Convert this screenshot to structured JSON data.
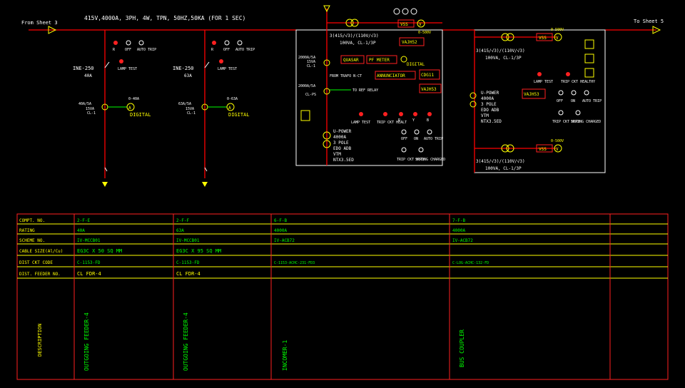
{
  "header": {
    "from_sheet": "From Sheet 3",
    "to_sheet": "To Sheet 5",
    "supply": "415V,4000A, 3PH, 4W, TPN, 50HZ,50KA (FOR 1 SEC)"
  },
  "feeder1": {
    "breaker": "INE-250",
    "rating": "40A",
    "ct": "40A/5A",
    "ct2": "15VA",
    "ct3": "CL-1",
    "meter": "0-40A",
    "digital": "DIGITAL",
    "lamp": "LAMP TEST"
  },
  "feeder2": {
    "breaker": "INE-250",
    "rating": "63A",
    "ct": "63A/5A",
    "ct2": "15VA",
    "ct3": "CL-1",
    "meter": "0-63A",
    "digital": "DIGITAL",
    "lamp": "LAMP TEST"
  },
  "lamps": [
    "R",
    "OFF",
    "AUTO TRIP"
  ],
  "incomer": {
    "pt_ratio": "3(415/√3)/(110V/√3)",
    "pt_class": "100VA, CL-1/3P",
    "vss": "VSS",
    "voltmeter": "0-500V",
    "vaj": "VAJH52",
    "quasar": "QUASAR",
    "pf_meter": "PF METER",
    "digital": "DIGITAL",
    "annunciator": "ANNUNCIATOR",
    "cdg": "CDG11",
    "vajh": "VAJH53",
    "ct_main": "2000A/5A",
    "ct_va": "15VA",
    "ct_cl": "CL-1",
    "ct_ref": "2000A/5A",
    "ct_ps": "CL-PS",
    "from_trafo": "FROM TRAFO N-CT",
    "to_ref": "TO REF RELAY",
    "breaker": "U-POWER",
    "breaker_rating": "4000A",
    "breaker_pole": "3 POLE",
    "breaker_type": "EDO ADB",
    "breaker_vtm": "VTM",
    "breaker_ntx": "NTX3.5ED",
    "lamp_test": "LAMP TEST",
    "trip_ckt": "TRIP CKT HEALT",
    "lamps": [
      "R",
      "Y",
      "B"
    ],
    "ind": [
      "OFF",
      "ON",
      "AUTO TRIP"
    ],
    "ind2": [
      "TRIP CKT HLTY",
      "SPRING CHARGED"
    ]
  },
  "right": {
    "pt_ratio": "3(415/√3)/(110V/√3)",
    "pt_class": "100VA, CL-1/3P",
    "vss": "VSS",
    "voltmeter": "0-500V",
    "breaker": "U-POWER",
    "breaker_rating": "4000A",
    "breaker_pole": "3 POLE",
    "breaker_type": "EDO ADB",
    "breaker_vtm": "VTM",
    "breaker_ntx": "NTX3.5ED",
    "vajh": "VAJH53",
    "lamp_test": "LAMP TEST",
    "trip_ckt": "TRIP CKT HEALTHY",
    "ind": [
      "OFF",
      "ON",
      "AUTO TRIP"
    ],
    "ind2": [
      "TRIP CKT HLTY",
      "SPRING CHARGED"
    ]
  },
  "table": {
    "row_labels": [
      "COMPT. NO.",
      "RATING",
      "SCHEME NO.",
      "CABLE SIZE(Al/Cu)",
      "DIST CKT CODE",
      "DIST. FEEDER NO.",
      "DESCRIPTION"
    ],
    "columns": [
      {
        "compt": "2-F-E",
        "rating": "40A",
        "scheme": "IV-MCCB01",
        "cable": "EG3C X 50 SQ MM",
        "code": "C-1153-FD",
        "feeder": "CL FDR-4",
        "desc": "OUTGOING FEEDER-4"
      },
      {
        "compt": "2-F-F",
        "rating": "63A",
        "scheme": "IV-MCCB01",
        "cable": "EG3C X 95 SQ MM",
        "code": "C-1153-FD",
        "feeder": "CL FDR-4",
        "desc": "OUTGOING FEEDER-4"
      },
      {
        "compt": "6-F-B",
        "rating": "4000A",
        "scheme": "IV-ACB72",
        "cable": "",
        "code": "C-1153-ACHC-231-FD3",
        "feeder": "",
        "desc": "INCOMER-1"
      },
      {
        "compt": "7-F-B",
        "rating": "4000A",
        "scheme": "IV-ACB72",
        "cable": "",
        "code": "C-LOG-ACHC-132-FD",
        "feeder": "",
        "desc": "BUS COUPLER"
      }
    ]
  }
}
